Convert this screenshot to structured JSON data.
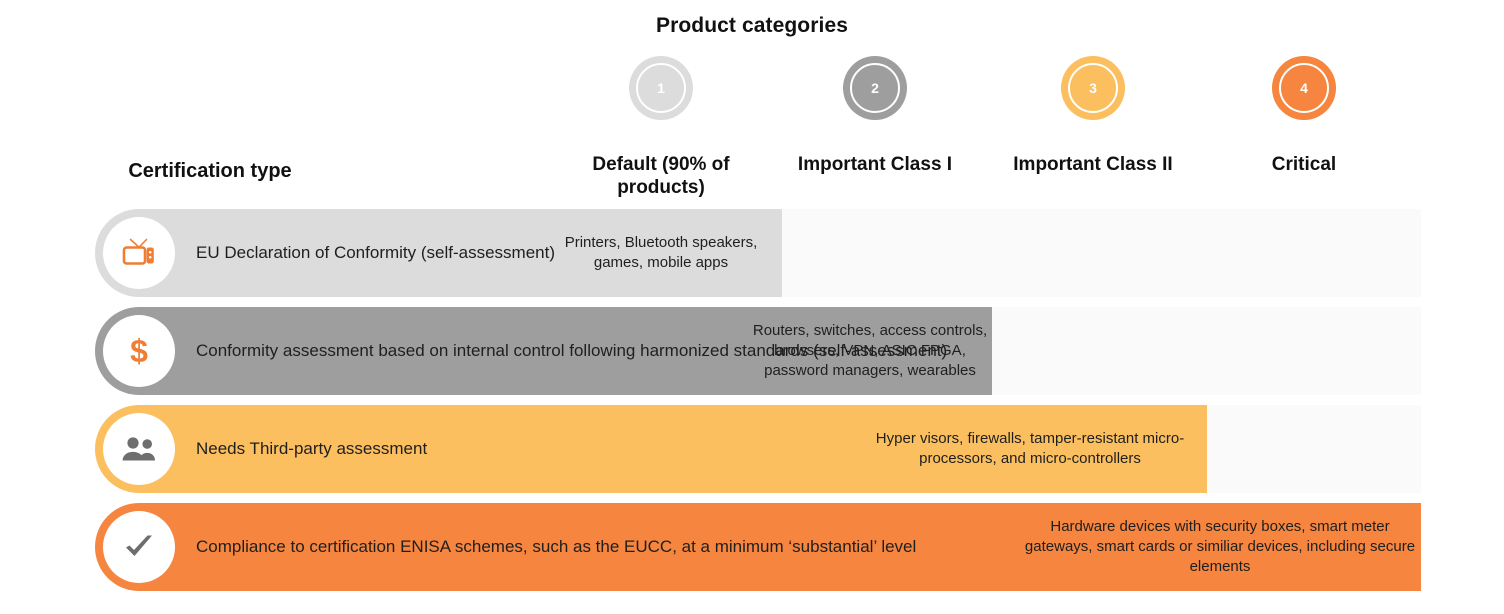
{
  "title": "Product categories",
  "certification_type_heading": "Certification type",
  "colors": {
    "category_1": "#dcdcdc",
    "category_2": "#9e9e9e",
    "category_3": "#fbbf5f",
    "category_4": "#f5853f",
    "track": "#fafafa",
    "icon_orange": "#ef7d33",
    "icon_gray": "#6e6e6e",
    "text": "#1f1f1f"
  },
  "categories": [
    {
      "number": "1",
      "label": "Default (90% of products)",
      "color": "#dcdcdc"
    },
    {
      "number": "2",
      "label": "Important Class I",
      "color": "#9e9e9e"
    },
    {
      "number": "3",
      "label": "Important Class II",
      "color": "#fbbf5f"
    },
    {
      "number": "4",
      "label": "Critical",
      "color": "#f5853f"
    }
  ],
  "rows": [
    {
      "icon": "television-icon",
      "label": "EU Declaration of Conformity (self-assessment)",
      "bar_color": "#dcdcdc",
      "cell_text": "Printers, Bluetooth speakers, games, mobile apps",
      "category_index": 1
    },
    {
      "icon": "dollar-sign-icon",
      "label": "Conformity assessment based on internal control following harmonized standards (self-assessment)",
      "bar_color": "#9e9e9e",
      "cell_text": "Routers, switches, access controls, browsers, VPN, ASIC FPGA, password managers, wearables",
      "category_index": 2
    },
    {
      "icon": "people-group-icon",
      "label": "Needs Third-party assessment",
      "bar_color": "#fbbf5f",
      "cell_text": "Hyper visors, firewalls, tamper-resistant micro-processors, and micro-controllers",
      "category_index": 3
    },
    {
      "icon": "checkmark-icon",
      "label": "Compliance to certification ENISA schemes, such as the EUCC, at a minimum ‘substantial’ level",
      "bar_color": "#f5853f",
      "cell_text": "Hardware devices with security boxes, smart meter gateways, smart cards or similiar devices, including secure elements",
      "category_index": 4
    }
  ]
}
